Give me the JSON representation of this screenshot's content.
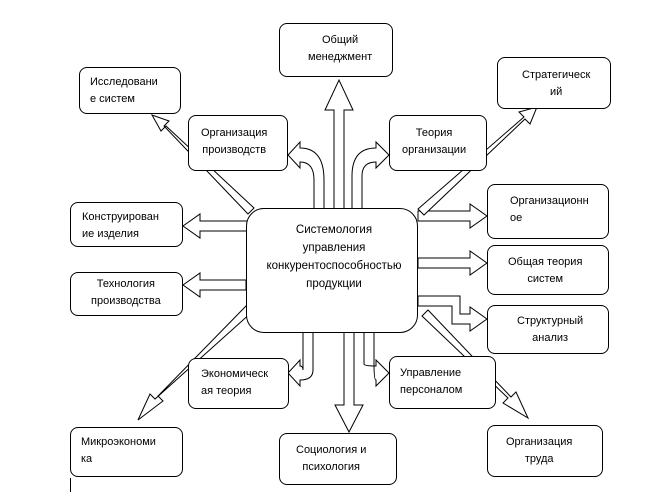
{
  "center": "Системология\nуправления\nконкурентоспособностью\nпродукции",
  "nodes": {
    "general_management": "Общий\nменеджмент",
    "strategic": "Стратегическ\nий",
    "systems_research": "Исследовани\nе систем",
    "production_org": "Организация\nпроизводств",
    "org_theory": "Теория\nорганизации",
    "product_design": "Конструирован\nие изделия",
    "organizational": "Организационн\nое",
    "production_tech": "Технология\nпроизводства",
    "general_systems": "Общая теория\nсистем",
    "structural": "Структурный\nанализ",
    "economic_theory": "Экономическ\nая теория",
    "personnel_mgmt": "Управление\nперсоналом",
    "microeconomics": "Микроэкономи\nка",
    "sociology": "Социология и\nпсихология",
    "labor_org": "Организация\nтруда"
  }
}
